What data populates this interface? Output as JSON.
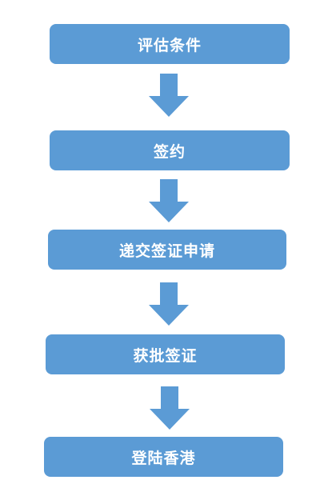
{
  "flow": {
    "steps": [
      {
        "label": "评估条件"
      },
      {
        "label": "签约"
      },
      {
        "label": "递交签证申请"
      },
      {
        "label": "获批签证"
      },
      {
        "label": "登陆香港"
      }
    ]
  },
  "colors": {
    "box_fill": "#5b9bd5",
    "arrow_fill": "#5b9bd5",
    "text": "#ffffff"
  },
  "icons": {
    "arrow": "arrow-down-icon"
  }
}
